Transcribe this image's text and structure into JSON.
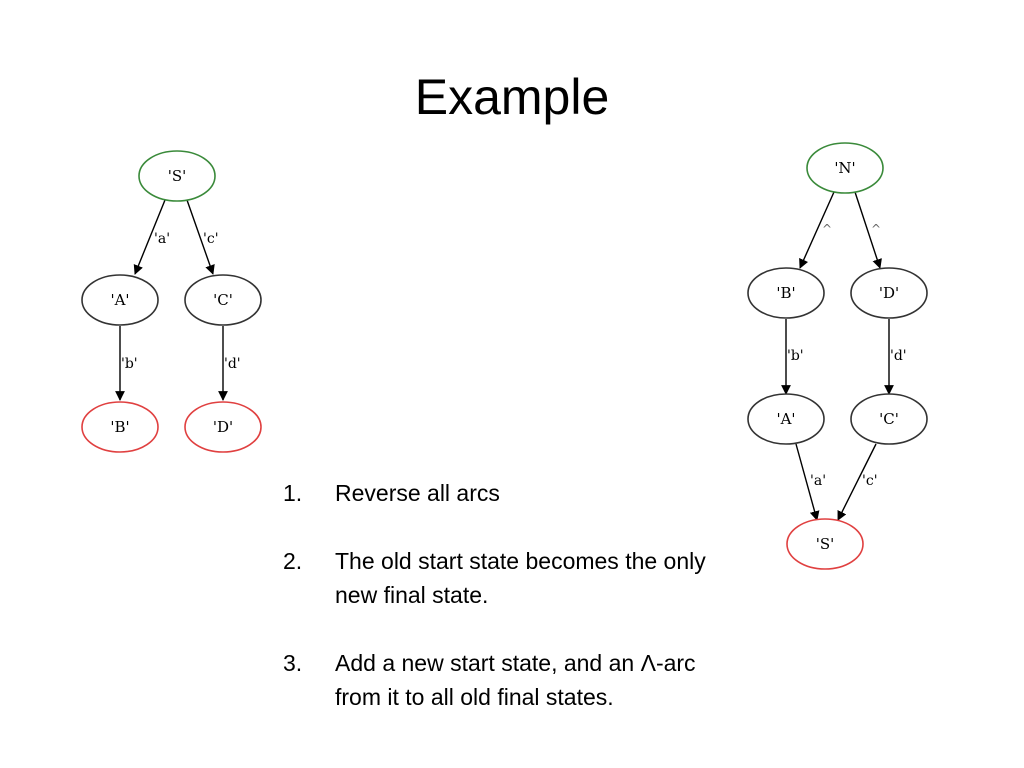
{
  "title": "Example",
  "diagram_left": {
    "nodes": [
      {
        "id": "S",
        "label": "'S'",
        "role": "start",
        "color": "#3a8a3a"
      },
      {
        "id": "A",
        "label": "'A'",
        "role": "normal",
        "color": "#333333"
      },
      {
        "id": "C",
        "label": "'C'",
        "role": "normal",
        "color": "#333333"
      },
      {
        "id": "B",
        "label": "'B'",
        "role": "final",
        "color": "#e04040"
      },
      {
        "id": "D",
        "label": "'D'",
        "role": "final",
        "color": "#e04040"
      }
    ],
    "edges": [
      {
        "from": "S",
        "to": "A",
        "label": "'a'"
      },
      {
        "from": "S",
        "to": "C",
        "label": "'c'"
      },
      {
        "from": "A",
        "to": "B",
        "label": "'b'"
      },
      {
        "from": "C",
        "to": "D",
        "label": "'d'"
      }
    ]
  },
  "diagram_right": {
    "nodes": [
      {
        "id": "N",
        "label": "'N'",
        "role": "start",
        "color": "#3a8a3a"
      },
      {
        "id": "B",
        "label": "'B'",
        "role": "normal",
        "color": "#333333"
      },
      {
        "id": "D",
        "label": "'D'",
        "role": "normal",
        "color": "#333333"
      },
      {
        "id": "A",
        "label": "'A'",
        "role": "normal",
        "color": "#333333"
      },
      {
        "id": "C",
        "label": "'C'",
        "role": "normal",
        "color": "#333333"
      },
      {
        "id": "S",
        "label": "'S'",
        "role": "final",
        "color": "#e04040"
      }
    ],
    "edges": [
      {
        "from": "N",
        "to": "B",
        "label": "^"
      },
      {
        "from": "N",
        "to": "D",
        "label": "^"
      },
      {
        "from": "B",
        "to": "A",
        "label": "'b'"
      },
      {
        "from": "D",
        "to": "C",
        "label": "'d'"
      },
      {
        "from": "A",
        "to": "S",
        "label": "'a'"
      },
      {
        "from": "C",
        "to": "S",
        "label": "'c'"
      }
    ]
  },
  "steps": [
    {
      "num": "1.",
      "text": "Reverse all arcs"
    },
    {
      "num": "2.",
      "text": "The old start state becomes the only new final state."
    },
    {
      "num": "3.",
      "text": "Add a new start state, and an Λ-arc from it to all old final states."
    }
  ]
}
